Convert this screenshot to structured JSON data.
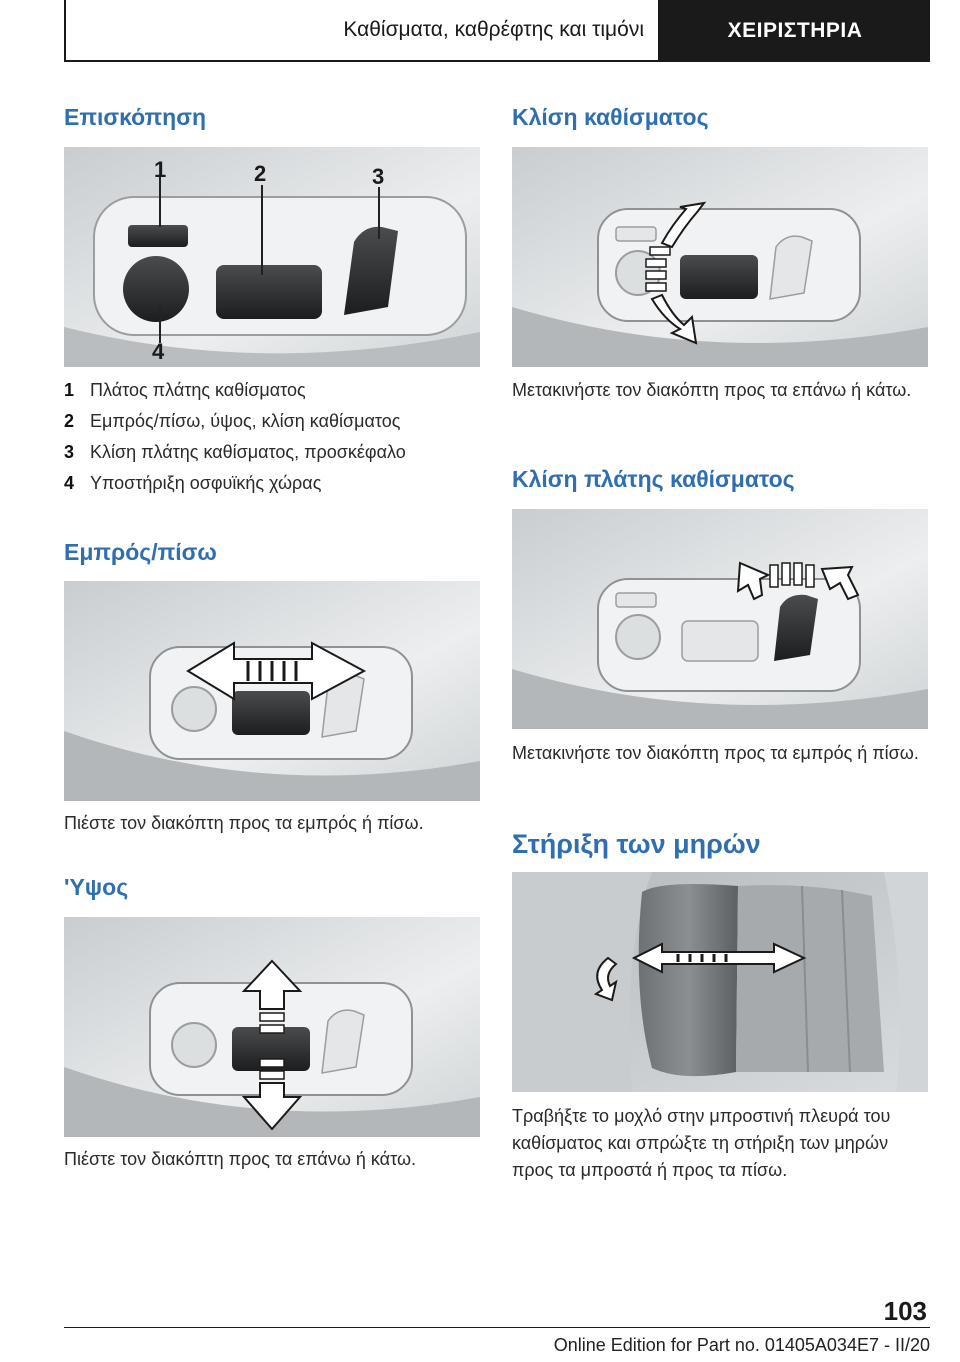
{
  "header": {
    "section_title": "Καθίσματα, καθρέφτης και τιμόνι",
    "chapter_title": "ΧΕΙΡΙΣΤΗΡΙΑ"
  },
  "left_column": {
    "overview": {
      "heading": "Επισκόπηση",
      "callouts": [
        "1",
        "2",
        "3",
        "4"
      ],
      "legend": [
        {
          "num": "1",
          "text": "Πλάτος πλάτης καθίσματος"
        },
        {
          "num": "2",
          "text": "Εμπρός/πίσω, ύψος, κλίση καθίσματος"
        },
        {
          "num": "3",
          "text": "Κλίση πλάτης καθίσματος, προσκέφαλο"
        },
        {
          "num": "4",
          "text": "Υποστήριξη οσφυϊκής χώρας"
        }
      ]
    },
    "fore_aft": {
      "heading": "Εμπρός/πίσω",
      "text": "Πιέστε τον διακόπτη προς τα εμπρός ή πίσω."
    },
    "height": {
      "heading": "'Υψος",
      "text": "Πιέστε τον διακόπτη προς τα επάνω ή κάτω."
    }
  },
  "right_column": {
    "seat_tilt": {
      "heading": "Κλίση καθίσματος",
      "text": "Μετακινήστε τον διακόπτη προς τα επάνω ή κάτω."
    },
    "backrest_tilt": {
      "heading": "Κλίση πλάτης καθίσματος",
      "text": "Μετακινήστε τον διακόπτη προς τα εμπρός ή πίσω."
    },
    "thigh_support": {
      "heading": "Στήριξη των μηρών",
      "text": "Τραβήξτε το μοχλό στην μπροστινή πλευρά του καθίσματος και σπρώξτε τη στήριξη των μηρών προς τα μπροστά ή προς τα πίσω."
    }
  },
  "footer": {
    "page_number": "103",
    "edition": "Online Edition for Part no. 01405A034E7 - II/20"
  }
}
